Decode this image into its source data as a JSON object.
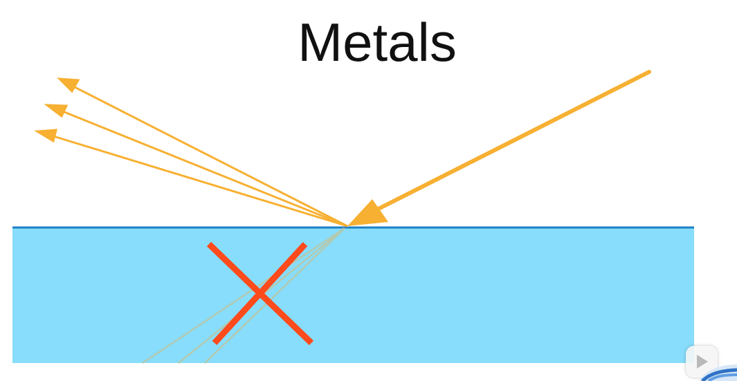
{
  "slide": {
    "title": "Metals"
  },
  "colors": {
    "metal_fill": "#87DDFB",
    "metal_surface": "#1E7FC4",
    "ray": "#F7B032",
    "cross": "#FF4A1C",
    "refracted_faint": "#B8C7A8"
  },
  "diagram": {
    "elements": [
      "incident-ray",
      "reflected-rays",
      "metal-block",
      "blocked-refraction-cross"
    ],
    "reflected_ray_count": 3,
    "refracted_ray_count": 3
  },
  "overlay": {
    "icons": [
      "play-badge-icon",
      "wave-logo-icon"
    ]
  }
}
